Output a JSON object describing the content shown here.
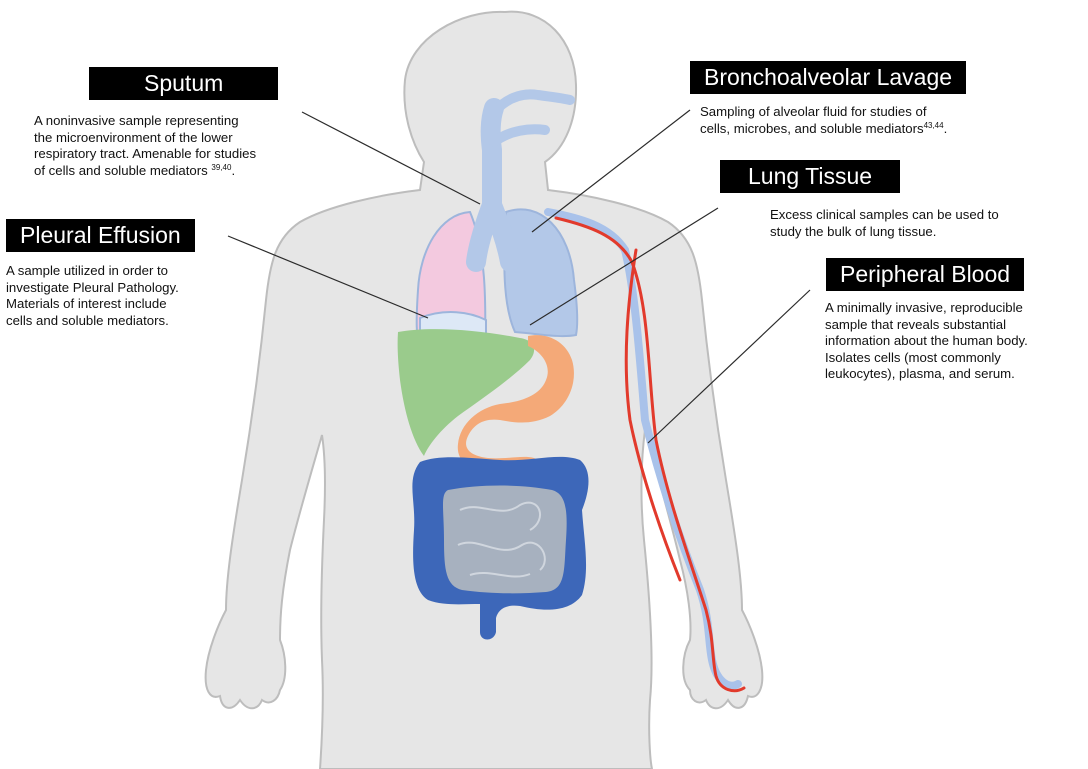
{
  "colors": {
    "body": "#e6e6e6",
    "body_outline": "#bdbdbd",
    "airway": "#b3c8e8",
    "right_lung": "#f3c9df",
    "liver": "#9acb8c",
    "stomach": "#f4a978",
    "colon": "#3d67b9",
    "small_intestine": "#a7b1bf",
    "artery": "#e23a2c",
    "vein": "#a9c2ea",
    "label_bg": "#000000"
  },
  "sputum": {
    "title": "Sputum",
    "lines": [
      "A noninvasive sample representing",
      "the microenvironment of the lower",
      "respiratory tract. Amenable for studies",
      "of cells and soluble mediators "
    ],
    "refs": "39,40",
    "end": "."
  },
  "pleural": {
    "title": "Pleural Effusion",
    "lines": [
      "A sample utilized in order to",
      "investigate Pleural Pathology.",
      "Materials of interest include",
      "cells and soluble mediators."
    ]
  },
  "bal": {
    "title": "Bronchoalveolar Lavage",
    "lines": [
      "Sampling of alveolar fluid for studies of",
      "cells, microbes, and soluble mediators"
    ],
    "refs": "43,44",
    "end": "."
  },
  "lung_tissue": {
    "title": "Lung Tissue",
    "lines": [
      "Excess clinical samples can be used to",
      "study the bulk of lung tissue."
    ]
  },
  "blood": {
    "title": "Peripheral Blood",
    "lines": [
      "A minimally invasive, reproducible",
      "sample that reveals substantial",
      "information about the human body.",
      "Isolates cells (most commonly",
      "leukocytes), plasma, and serum."
    ]
  }
}
